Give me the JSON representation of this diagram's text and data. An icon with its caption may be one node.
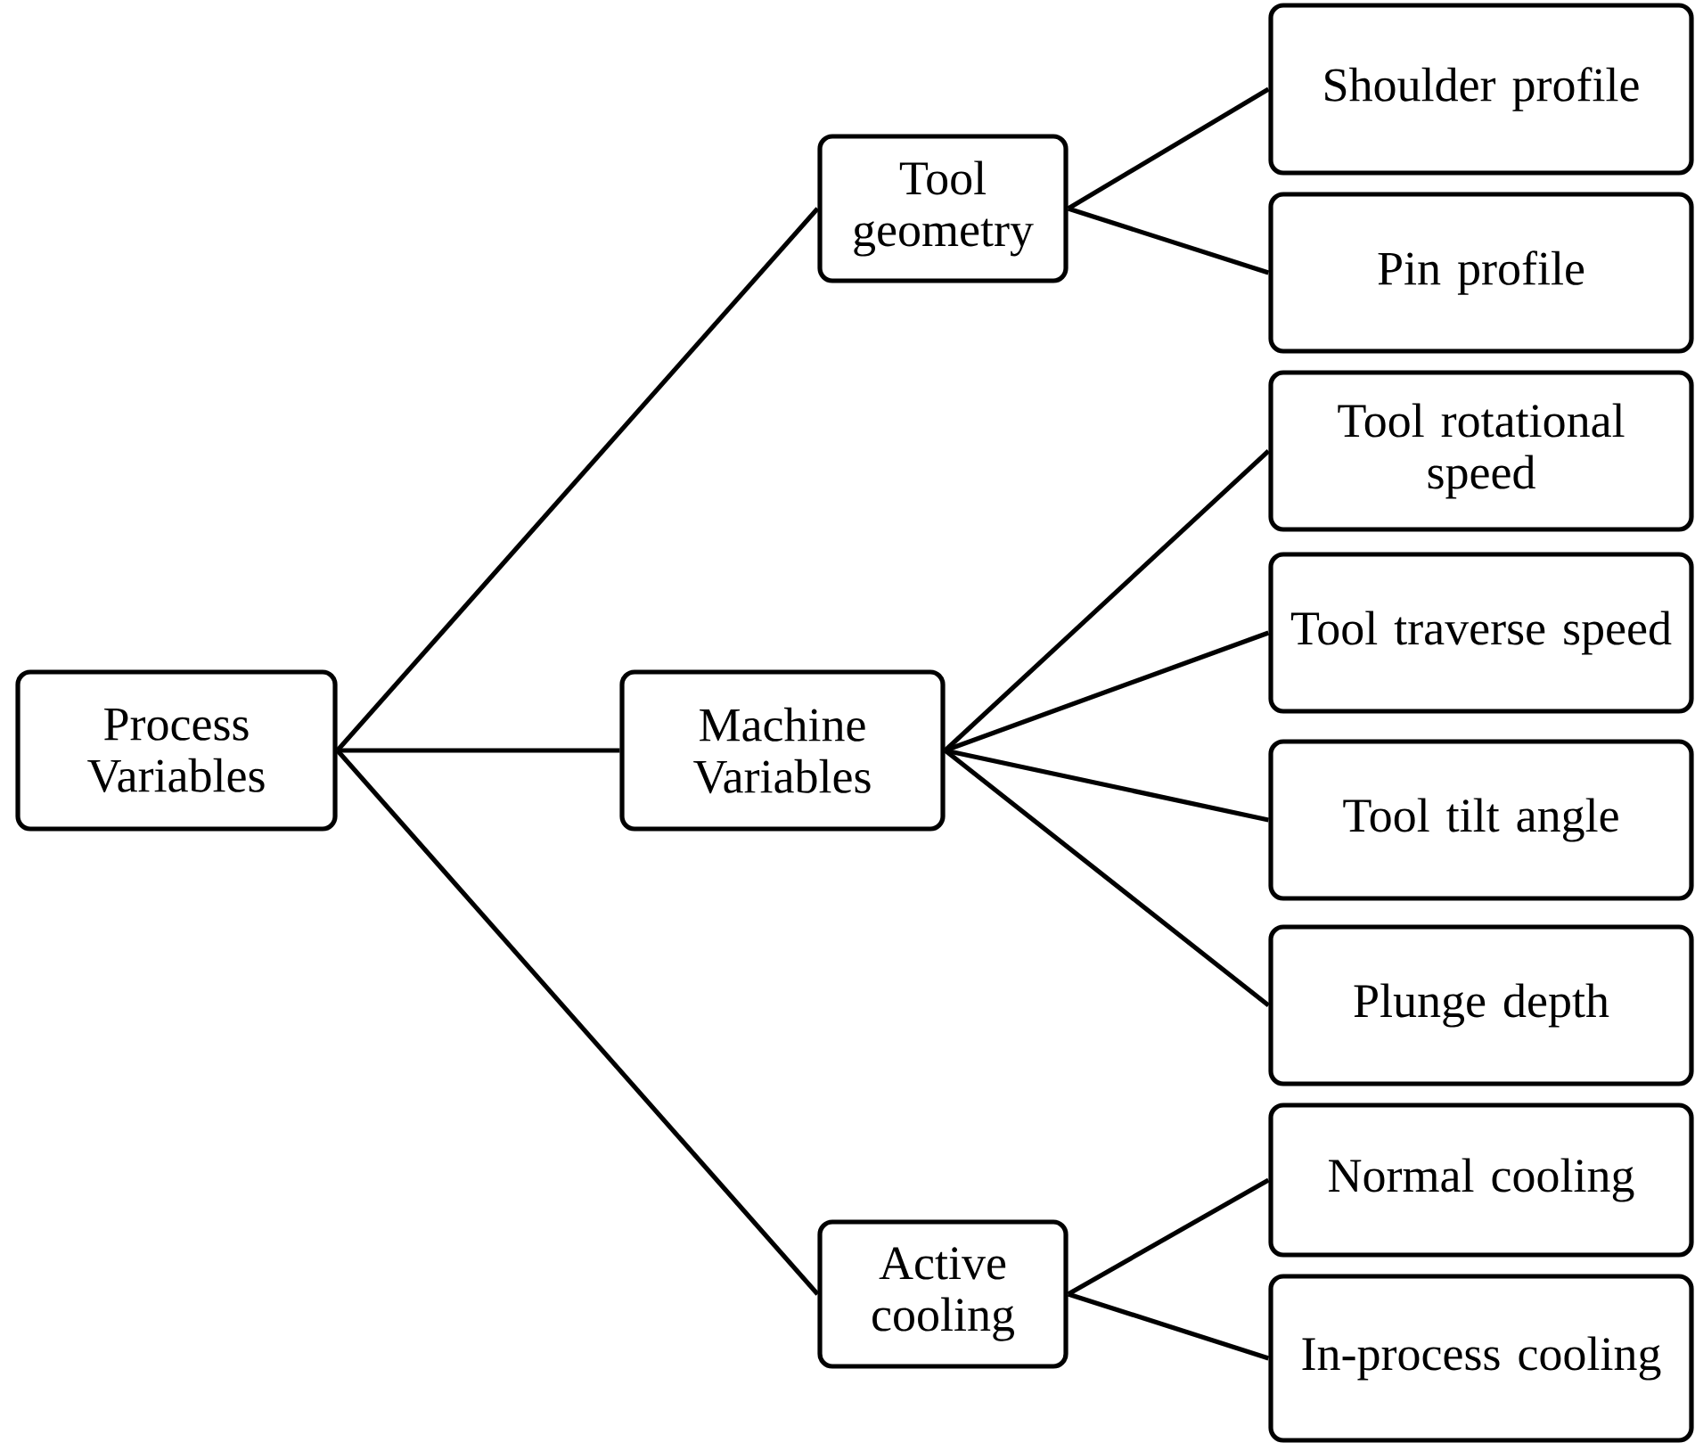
{
  "diagram": {
    "nodes": [
      {
        "text": [
          "Process Variables"
        ]
      },
      {
        "text": [
          "Tool geometry"
        ]
      },
      {
        "text": [
          "Machine Variables"
        ]
      },
      {
        "text": [
          "Active cooling"
        ]
      },
      {
        "text": [
          "Shoulder profile"
        ]
      },
      {
        "text": [
          "Pin profile"
        ]
      },
      {
        "text": [
          "Tool rotational speed"
        ]
      },
      {
        "text": [
          "Tool traverse speed"
        ]
      },
      {
        "text": [
          "Tool tilt angle"
        ]
      },
      {
        "text": [
          "Plunge depth"
        ]
      },
      {
        "text": [
          "Normal cooling"
        ]
      },
      {
        "text": [
          "In-process cooling"
        ]
      }
    ],
    "edges": [
      {
        "from": 0,
        "to": 1,
        "arrow": "none"
      },
      {
        "from": 0,
        "to": 2,
        "arrow": "none"
      },
      {
        "from": 0,
        "to": 3,
        "arrow": "none"
      },
      {
        "from": 1,
        "to": 4,
        "arrow": "none"
      },
      {
        "from": 1,
        "to": 5,
        "arrow": "none"
      },
      {
        "from": 2,
        "to": 6,
        "arrow": "none"
      },
      {
        "from": 2,
        "to": 7,
        "arrow": "none"
      },
      {
        "from": 2,
        "to": 8,
        "arrow": "none"
      },
      {
        "from": 2,
        "to": 9,
        "arrow": "none"
      },
      {
        "from": 3,
        "to": 10,
        "arrow": "none"
      },
      {
        "from": 3,
        "to": 11,
        "arrow": "none"
      }
    ]
  }
}
